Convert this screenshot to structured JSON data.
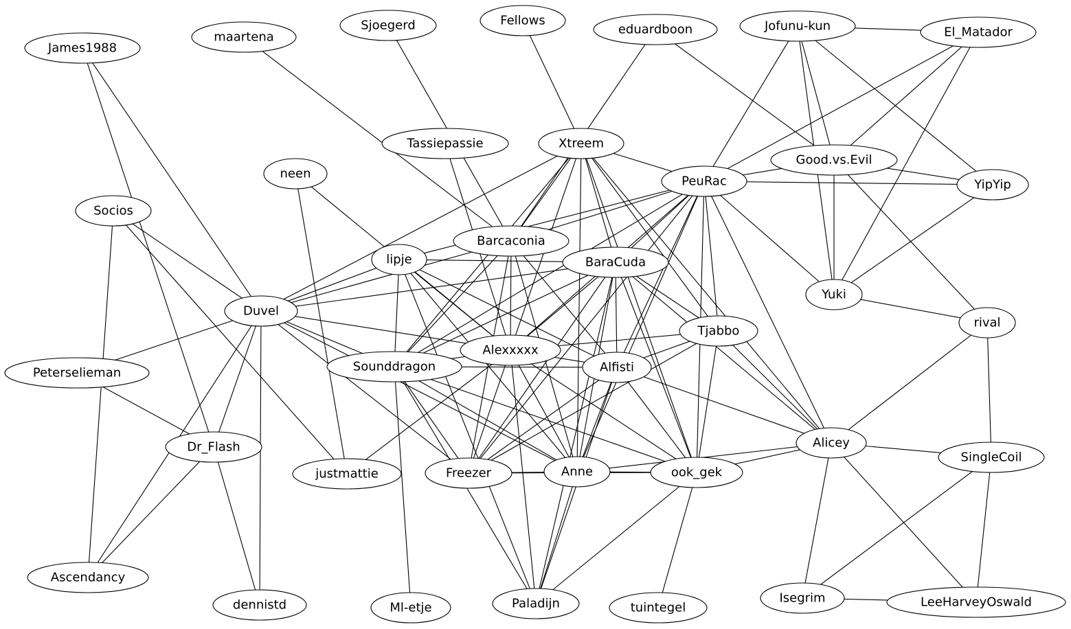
{
  "graph": {
    "nodes": [
      {
        "id": "James1988",
        "label": "James1988"
      },
      {
        "id": "maartena",
        "label": "maartena"
      },
      {
        "id": "Sjoegerd",
        "label": "Sjoegerd"
      },
      {
        "id": "Fellows",
        "label": "Fellows"
      },
      {
        "id": "eduardboon",
        "label": "eduardboon"
      },
      {
        "id": "Jofunu-kun",
        "label": "Jofunu-kun"
      },
      {
        "id": "El_Matador",
        "label": "El_Matador"
      },
      {
        "id": "Tassiepassie",
        "label": "Tassiepassie"
      },
      {
        "id": "Xtreem",
        "label": "Xtreem"
      },
      {
        "id": "Good.vs.Evil",
        "label": "Good.vs.Evil"
      },
      {
        "id": "neen",
        "label": "neen"
      },
      {
        "id": "PeuRac",
        "label": "PeuRac"
      },
      {
        "id": "YipYip",
        "label": "YipYip"
      },
      {
        "id": "Socios",
        "label": "Socios"
      },
      {
        "id": "Barcaconia",
        "label": "Barcaconia"
      },
      {
        "id": "lipje",
        "label": "lipje"
      },
      {
        "id": "BaraCuda",
        "label": "BaraCuda"
      },
      {
        "id": "Yuki",
        "label": "Yuki"
      },
      {
        "id": "Duvel",
        "label": "Duvel"
      },
      {
        "id": "rival",
        "label": "rival"
      },
      {
        "id": "Tjabbo",
        "label": "Tjabbo"
      },
      {
        "id": "Alexxxxx",
        "label": "Alexxxxx"
      },
      {
        "id": "Sounddragon",
        "label": "Sounddragon"
      },
      {
        "id": "Alfisti",
        "label": "Alfisti"
      },
      {
        "id": "Peterselieman",
        "label": "Peterselieman"
      },
      {
        "id": "Alicey",
        "label": "Alicey"
      },
      {
        "id": "Dr_Flash",
        "label": "Dr_Flash"
      },
      {
        "id": "SingleCoil",
        "label": "SingleCoil"
      },
      {
        "id": "justmattie",
        "label": "justmattie"
      },
      {
        "id": "Freezer",
        "label": "Freezer"
      },
      {
        "id": "Anne",
        "label": "Anne"
      },
      {
        "id": "ook_gek",
        "label": "ook_gek"
      },
      {
        "id": "Ascendancy",
        "label": "Ascendancy"
      },
      {
        "id": "dennistd",
        "label": "dennistd"
      },
      {
        "id": "Ml-etje",
        "label": "Ml-etje"
      },
      {
        "id": "Paladijn",
        "label": "Paladijn"
      },
      {
        "id": "tuintegel",
        "label": "tuintegel"
      },
      {
        "id": "Isegrim",
        "label": "Isegrim"
      },
      {
        "id": "LeeHarveyOswald",
        "label": "LeeHarveyOswald"
      }
    ],
    "edges": [
      [
        "James1988",
        "Duvel"
      ],
      [
        "James1988",
        "Dr_Flash"
      ],
      [
        "maartena",
        "Barcaconia"
      ],
      [
        "Sjoegerd",
        "Barcaconia"
      ],
      [
        "Fellows",
        "Xtreem"
      ],
      [
        "eduardboon",
        "Barcaconia"
      ],
      [
        "eduardboon",
        "Good.vs.Evil"
      ],
      [
        "Jofunu-kun",
        "El_Matador"
      ],
      [
        "Jofunu-kun",
        "PeuRac"
      ],
      [
        "Jofunu-kun",
        "Good.vs.Evil"
      ],
      [
        "Jofunu-kun",
        "Yuki"
      ],
      [
        "Jofunu-kun",
        "YipYip"
      ],
      [
        "El_Matador",
        "PeuRac"
      ],
      [
        "El_Matador",
        "Good.vs.Evil"
      ],
      [
        "El_Matador",
        "Yuki"
      ],
      [
        "Tassiepassie",
        "Alexxxxx"
      ],
      [
        "Xtreem",
        "PeuRac"
      ],
      [
        "Xtreem",
        "Duvel"
      ],
      [
        "Xtreem",
        "Barcaconia"
      ],
      [
        "Xtreem",
        "BaraCuda"
      ],
      [
        "Xtreem",
        "Sounddragon"
      ],
      [
        "Xtreem",
        "Alexxxxx"
      ],
      [
        "Xtreem",
        "Tjabbo"
      ],
      [
        "Xtreem",
        "Alicey"
      ],
      [
        "Xtreem",
        "Anne"
      ],
      [
        "Xtreem",
        "ook_gek"
      ],
      [
        "Good.vs.Evil",
        "PeuRac"
      ],
      [
        "Good.vs.Evil",
        "YipYip"
      ],
      [
        "Good.vs.Evil",
        "Yuki"
      ],
      [
        "Good.vs.Evil",
        "rival"
      ],
      [
        "neen",
        "Alexxxxx"
      ],
      [
        "neen",
        "justmattie"
      ],
      [
        "PeuRac",
        "YipYip"
      ],
      [
        "PeuRac",
        "lipje"
      ],
      [
        "PeuRac",
        "Barcaconia"
      ],
      [
        "PeuRac",
        "BaraCuda"
      ],
      [
        "PeuRac",
        "Yuki"
      ],
      [
        "PeuRac",
        "Tjabbo"
      ],
      [
        "PeuRac",
        "Alexxxxx"
      ],
      [
        "PeuRac",
        "Sounddragon"
      ],
      [
        "PeuRac",
        "Alfisti"
      ],
      [
        "PeuRac",
        "Alicey"
      ],
      [
        "PeuRac",
        "Anne"
      ],
      [
        "PeuRac",
        "ook_gek"
      ],
      [
        "PeuRac",
        "Freezer"
      ],
      [
        "YipYip",
        "Yuki"
      ],
      [
        "Socios",
        "Duvel"
      ],
      [
        "Socios",
        "justmattie"
      ],
      [
        "Socios",
        "Ascendancy"
      ],
      [
        "Barcaconia",
        "Duvel"
      ],
      [
        "Barcaconia",
        "Alexxxxx"
      ],
      [
        "Barcaconia",
        "Sounddragon"
      ],
      [
        "Barcaconia",
        "Alfisti"
      ],
      [
        "Barcaconia",
        "Freezer"
      ],
      [
        "Barcaconia",
        "Anne"
      ],
      [
        "lipje",
        "BaraCuda"
      ],
      [
        "lipje",
        "Duvel"
      ],
      [
        "lipje",
        "Alexxxxx"
      ],
      [
        "lipje",
        "Sounddragon"
      ],
      [
        "lipje",
        "Alfisti"
      ],
      [
        "lipje",
        "Anne"
      ],
      [
        "lipje",
        "Paladijn"
      ],
      [
        "BaraCuda",
        "Duvel"
      ],
      [
        "BaraCuda",
        "Alexxxxx"
      ],
      [
        "BaraCuda",
        "Sounddragon"
      ],
      [
        "BaraCuda",
        "Alfisti"
      ],
      [
        "BaraCuda",
        "Tjabbo"
      ],
      [
        "BaraCuda",
        "Alicey"
      ],
      [
        "BaraCuda",
        "Anne"
      ],
      [
        "BaraCuda",
        "ook_gek"
      ],
      [
        "BaraCuda",
        "Freezer"
      ],
      [
        "BaraCuda",
        "Paladijn"
      ],
      [
        "Yuki",
        "rival"
      ],
      [
        "Duvel",
        "Alexxxxx"
      ],
      [
        "Duvel",
        "Sounddragon"
      ],
      [
        "Duvel",
        "Peterselieman"
      ],
      [
        "Duvel",
        "Dr_Flash"
      ],
      [
        "Duvel",
        "Ascendancy"
      ],
      [
        "Duvel",
        "dennistd"
      ],
      [
        "Duvel",
        "Anne"
      ],
      [
        "Duvel",
        "Freezer"
      ],
      [
        "rival",
        "Alicey"
      ],
      [
        "rival",
        "SingleCoil"
      ],
      [
        "Tjabbo",
        "Alexxxxx"
      ],
      [
        "Tjabbo",
        "Alfisti"
      ],
      [
        "Tjabbo",
        "Alicey"
      ],
      [
        "Tjabbo",
        "ook_gek"
      ],
      [
        "Tjabbo",
        "Freezer"
      ],
      [
        "Alexxxxx",
        "Sounddragon"
      ],
      [
        "Alexxxxx",
        "Alfisti"
      ],
      [
        "Alexxxxx",
        "Anne"
      ],
      [
        "Alexxxxx",
        "ook_gek"
      ],
      [
        "Alexxxxx",
        "Freezer"
      ],
      [
        "Alexxxxx",
        "justmattie"
      ],
      [
        "Alexxxxx",
        "Paladijn"
      ],
      [
        "Sounddragon",
        "Alfisti"
      ],
      [
        "Sounddragon",
        "Anne"
      ],
      [
        "Sounddragon",
        "ook_gek"
      ],
      [
        "Sounddragon",
        "Freezer"
      ],
      [
        "Sounddragon",
        "Ml-etje"
      ],
      [
        "Sounddragon",
        "Paladijn"
      ],
      [
        "Alfisti",
        "Alicey"
      ],
      [
        "Alfisti",
        "Anne"
      ],
      [
        "Alfisti",
        "ook_gek"
      ],
      [
        "Alfisti",
        "Freezer"
      ],
      [
        "Alfisti",
        "Paladijn"
      ],
      [
        "Peterselieman",
        "Dr_Flash"
      ],
      [
        "Alicey",
        "SingleCoil"
      ],
      [
        "Alicey",
        "Anne"
      ],
      [
        "Alicey",
        "ook_gek"
      ],
      [
        "Alicey",
        "Isegrim"
      ],
      [
        "Alicey",
        "LeeHarveyOswald"
      ],
      [
        "Dr_Flash",
        "Ascendancy"
      ],
      [
        "Dr_Flash",
        "dennistd"
      ],
      [
        "SingleCoil",
        "Isegrim"
      ],
      [
        "SingleCoil",
        "LeeHarveyOswald"
      ],
      [
        "Freezer",
        "Anne"
      ],
      [
        "Freezer",
        "ook_gek"
      ],
      [
        "Anne",
        "ook_gek"
      ],
      [
        "Anne",
        "Paladijn"
      ],
      [
        "ook_gek",
        "Paladijn"
      ],
      [
        "ook_gek",
        "tuintegel"
      ],
      [
        "Isegrim",
        "LeeHarveyOswald"
      ]
    ]
  }
}
